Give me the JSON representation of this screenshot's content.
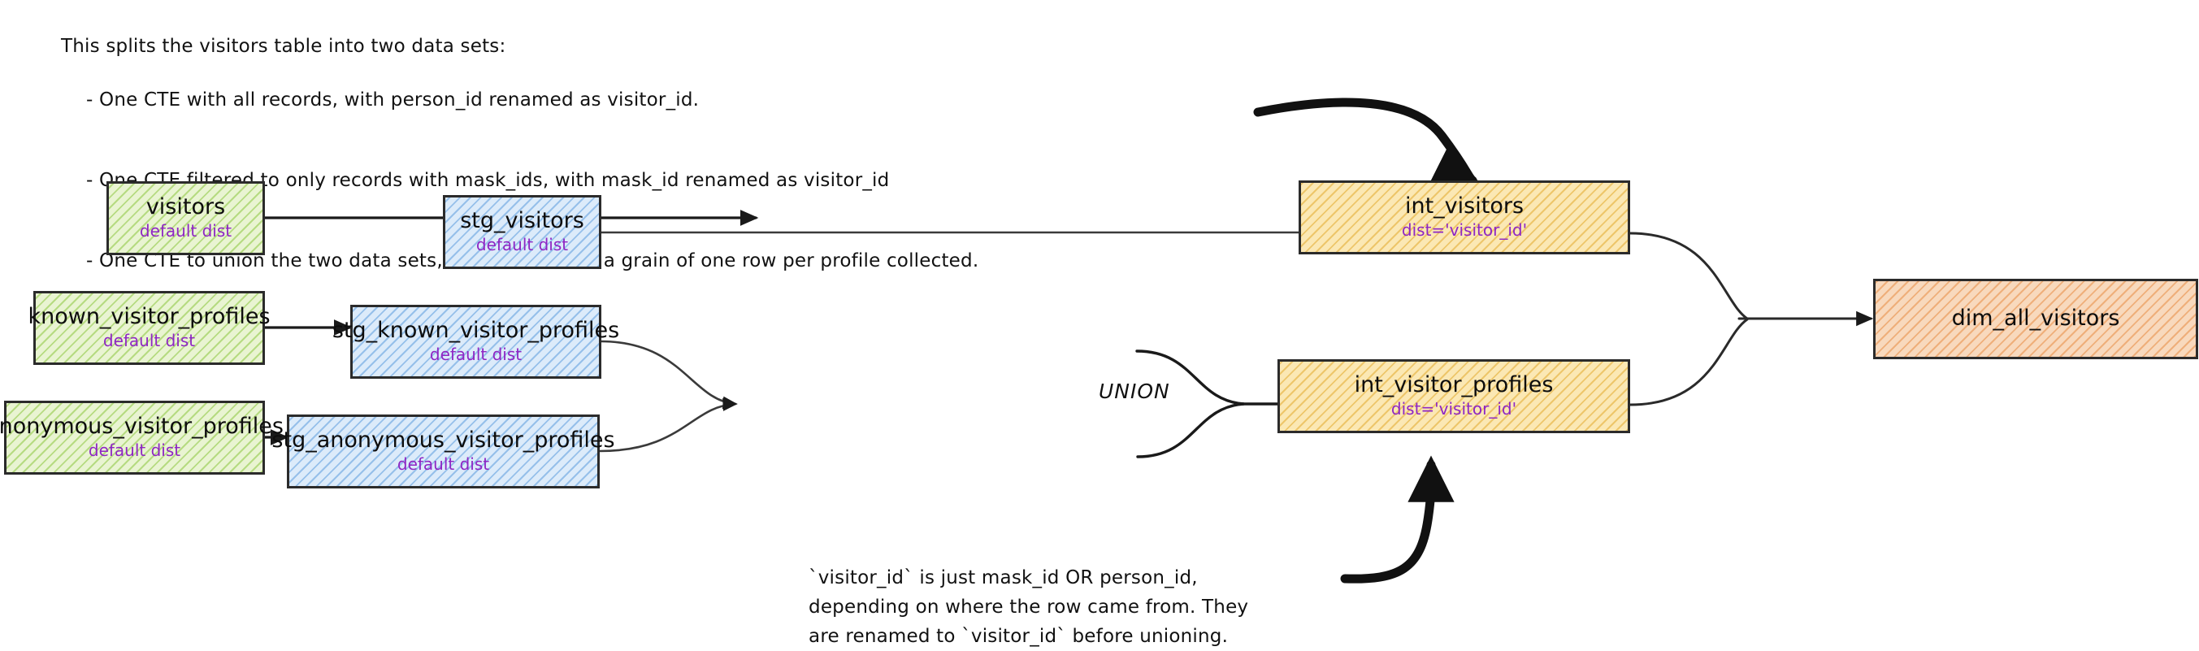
{
  "annotations": {
    "intro": {
      "line1": "This splits the visitors table into two data sets:",
      "line2": "- One CTE with all records, with person_id renamed as visitor_id.",
      "line3": "- One CTE filtered to only records with mask_ids, with mask_id renamed as visitor_id",
      "line4": "- One CTE to union the two data sets, which results in a grain of one row per profile collected."
    },
    "bottom": {
      "line1": "`visitor_id` is just mask_id OR person_id,",
      "line2": "depending on where the row came from. They",
      "line3": "are renamed to `visitor_id` before unioning."
    },
    "union_label": "UNION"
  },
  "nodes": {
    "visitors": {
      "title": "visitors",
      "sub": "default dist"
    },
    "known_visitor_profiles": {
      "title": "known_visitor_profiles",
      "sub": "default dist"
    },
    "anonymous_visitor_profiles": {
      "title": "anonymous_visitor_profiles",
      "sub": "default dist"
    },
    "stg_visitors": {
      "title": "stg_visitors",
      "sub": "default dist"
    },
    "stg_known_visitor_profiles": {
      "title": "stg_known_visitor_profiles",
      "sub": "default dist"
    },
    "stg_anonymous_visitor_profiles": {
      "title": "stg_anonymous_visitor_profiles",
      "sub": "default dist"
    },
    "int_visitors": {
      "title": "int_visitors",
      "sub": "dist='visitor_id'"
    },
    "int_visitor_profiles": {
      "title": "int_visitor_profiles",
      "sub": "dist='visitor_id'"
    },
    "dim_all_visitors": {
      "title": "dim_all_visitors",
      "sub": ""
    }
  },
  "colors": {
    "source_fill": "#e9f4d2",
    "source_hatch": "#8dc63f",
    "staging_fill": "#dcebfa",
    "staging_hatch": "#5d9cdd",
    "intermediate_fill": "#fbe8b4",
    "intermediate_hatch": "#e2aa2e",
    "dim_fill": "#f8d9bd",
    "dim_hatch": "#e78c44",
    "border": "#2b2b2b",
    "text": "#0d0d0d",
    "subtext": "#8e26c4",
    "edge": "#1a1a1a",
    "background": "#ffffff"
  }
}
